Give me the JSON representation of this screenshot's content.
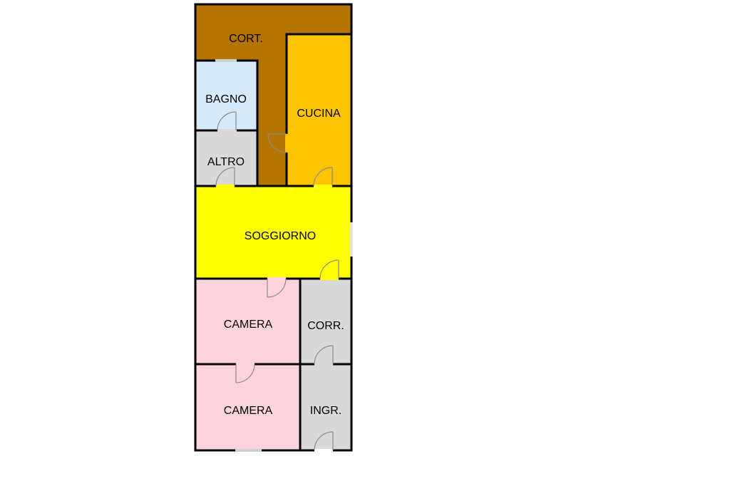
{
  "floorplan": {
    "rooms": {
      "cortile": {
        "label": "CORT.",
        "color": "#B37400"
      },
      "bagno": {
        "label": "BAGNO",
        "color": "#D6EAFB"
      },
      "cucina": {
        "label": "CUCINA",
        "color": "#FFC400"
      },
      "altro": {
        "label": "ALTRO",
        "color": "#D9D9D9"
      },
      "soggiorno": {
        "label": "SOGGIORNO",
        "color": "#FFFF00"
      },
      "camera_1": {
        "label": "CAMERA",
        "color": "#FDD4DD"
      },
      "corridoio": {
        "label": "CORR.",
        "color": "#D9D9D9"
      },
      "camera_2": {
        "label": "CAMERA",
        "color": "#FDD4DD"
      },
      "ingresso": {
        "label": "INGR.",
        "color": "#D9D9D9"
      }
    },
    "wall_color": "#000000",
    "door_color": "#8A8A8A"
  }
}
